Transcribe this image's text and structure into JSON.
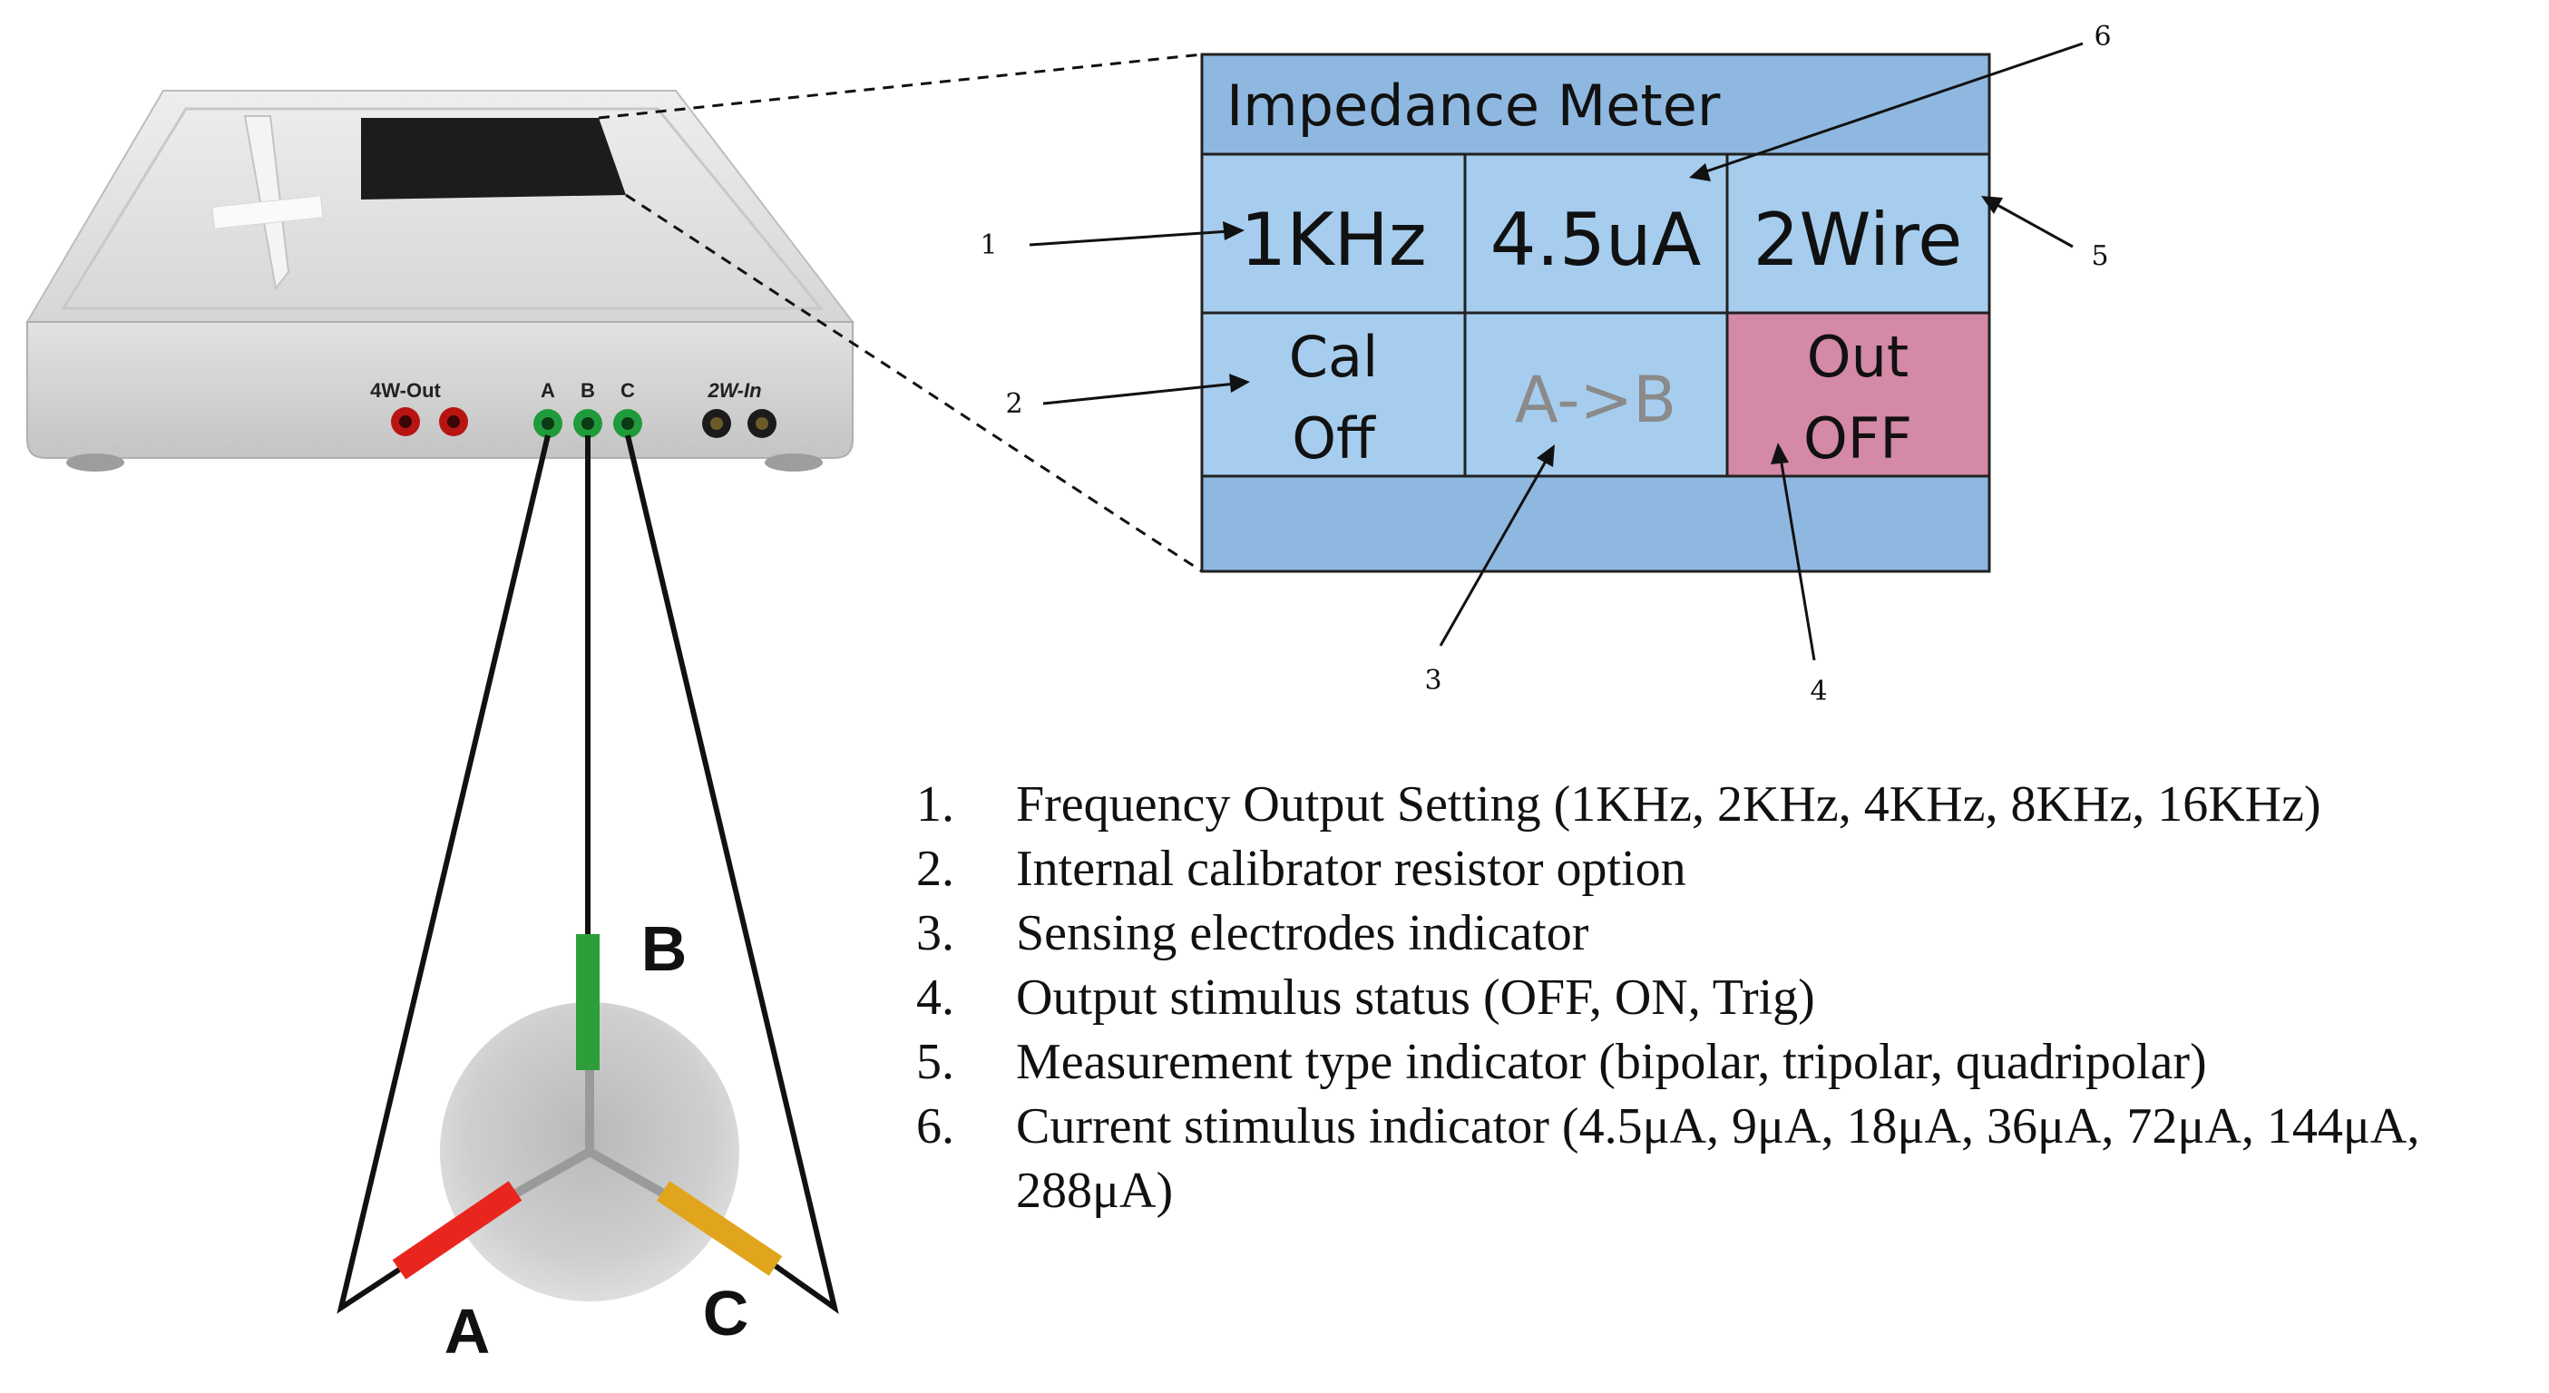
{
  "screen": {
    "title": "Impedance Meter",
    "frequency": "1KHz",
    "current": "4.5uA",
    "wire_mode": "2Wire",
    "cal_line1": "Cal",
    "cal_line2": "Off",
    "electrodes": "A->B",
    "out_line1": "Out",
    "out_line2": "OFF",
    "colors": {
      "cell": "#a6cdee",
      "header": "#8fb8e0",
      "out_cell": "#d489a6",
      "dim_text": "#8a8a8a"
    }
  },
  "callouts": [
    "1",
    "2",
    "3",
    "4",
    "5",
    "6"
  ],
  "device": {
    "port_4w": "4W-Out",
    "port_a": "A",
    "port_b": "B",
    "port_c": "C",
    "port_2w": "2W-In"
  },
  "electrodes": {
    "a": "A",
    "b": "B",
    "c": "C",
    "colors": {
      "a": "#e8261e",
      "b": "#2e9e3a",
      "c": "#e0a51c"
    }
  },
  "legend": [
    {
      "num": "1.",
      "text": "Frequency Output Setting (1KHz, 2KHz, 4KHz, 8KHz, 16KHz)"
    },
    {
      "num": "2.",
      "text": "Internal calibrator resistor option"
    },
    {
      "num": "3.",
      "text": "Sensing electrodes indicator"
    },
    {
      "num": "4.",
      "text": "Output stimulus status (OFF, ON, Trig)"
    },
    {
      "num": "5.",
      "text": "Measurement type indicator (bipolar, tripolar, quadripolar)"
    },
    {
      "num": "6.",
      "text": "Current stimulus indicator (4.5μA, 9μA, 18μA, 36μA, 72μA, 144μA, 288μA)"
    }
  ]
}
